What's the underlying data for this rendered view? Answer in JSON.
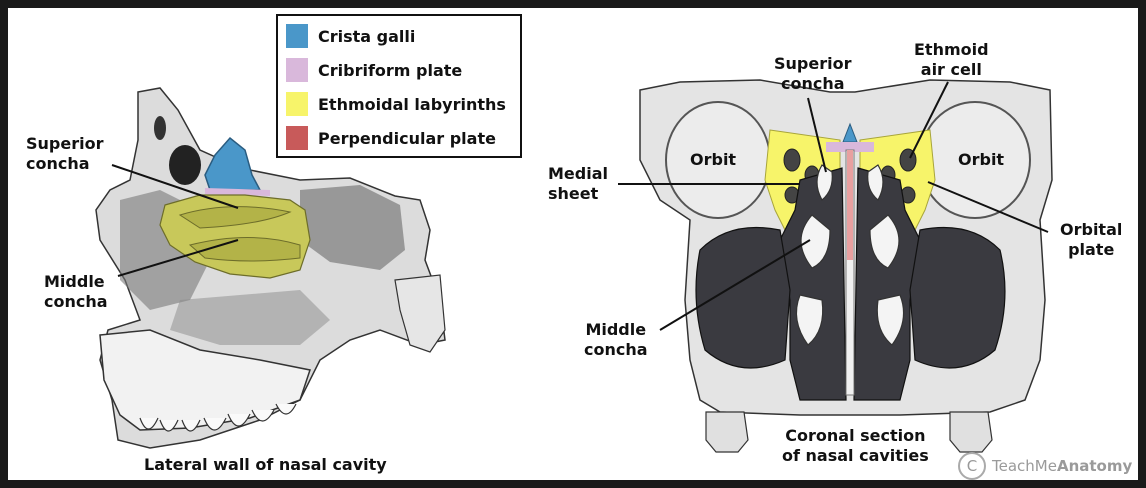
{
  "legend": [
    {
      "label": "Crista galli",
      "color": "#4a97c9"
    },
    {
      "label": "Cribriform plate",
      "color": "#d9b8db"
    },
    {
      "label": "Ethmoidal labyrinths",
      "color": "#f7f46a"
    },
    {
      "label": "Perpendicular plate",
      "color": "#c85a5a"
    }
  ],
  "left_figure": {
    "superior_concha": [
      "Superior",
      "concha"
    ],
    "middle_concha": [
      "Middle",
      "concha"
    ],
    "caption": "Lateral wall of nasal cavity"
  },
  "right_figure": {
    "superior_concha": [
      "Superior",
      "concha"
    ],
    "ethmoid_air_cell": [
      "Ethmoid",
      "air cell"
    ],
    "medial_sheet": [
      "Medial",
      "sheet"
    ],
    "orbit_left": "Orbit",
    "orbit_right": "Orbit",
    "orbital_plate": [
      "Orbital",
      "plate"
    ],
    "middle_concha": [
      "Middle",
      "concha"
    ],
    "caption": [
      "Coronal section",
      "of nasal cavities"
    ]
  },
  "watermark": {
    "symbol": "C",
    "brand_light": "TeachMe",
    "brand_bold": "Anatomy"
  },
  "colors": {
    "ethmoid_green": "#c8c85a",
    "bone_gray": "#d8d8d8",
    "dark_cavity": "#3a3a40"
  }
}
